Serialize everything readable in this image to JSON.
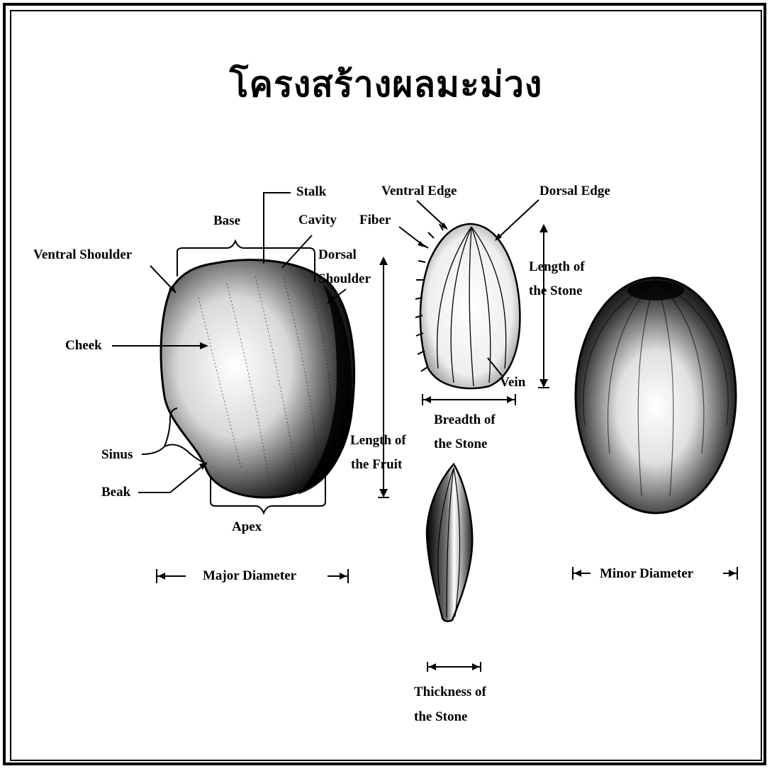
{
  "title": "โครงสร้างผลมะม่วง",
  "labels": {
    "stalk": "Stalk",
    "base": "Base",
    "cavity": "Cavity",
    "ventral_shoulder": "Ventral Shoulder",
    "dorsal_shoulder_1": "Dorsal",
    "dorsal_shoulder_2": "Shoulder",
    "cheek": "Cheek",
    "sinus": "Sinus",
    "beak": "Beak",
    "apex": "Apex",
    "major_diameter": "Major Diameter",
    "length_fruit_1": "Length of",
    "length_fruit_2": "the Fruit",
    "ventral_edge": "Ventral Edge",
    "dorsal_edge": "Dorsal Edge",
    "fiber": "Fiber",
    "length_stone_1": "Length of",
    "length_stone_2": "the Stone",
    "vein": "Vein",
    "breadth_stone_1": "Breadth of",
    "breadth_stone_2": "the Stone",
    "thickness_stone_1": "Thickness of",
    "thickness_stone_2": "the Stone",
    "minor_diameter": "Minor Diameter"
  },
  "colors": {
    "ink": "#000000",
    "paper": "#ffffff"
  }
}
